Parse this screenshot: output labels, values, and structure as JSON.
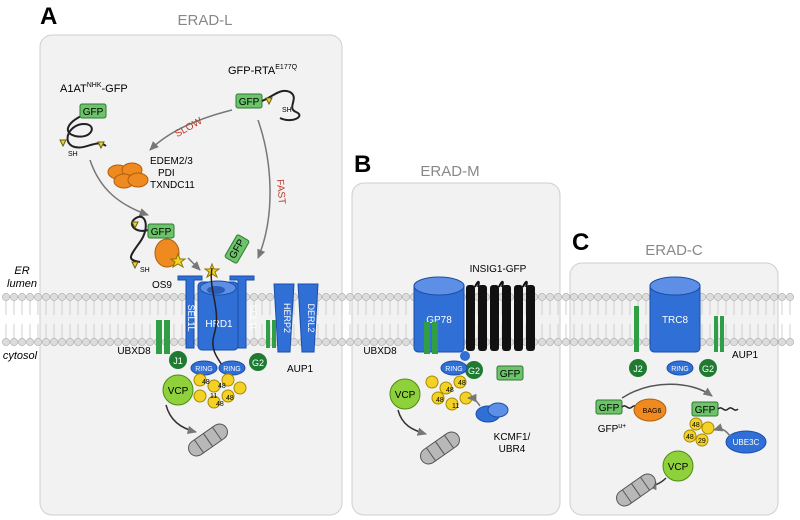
{
  "panels": {
    "A": {
      "letter": "A",
      "title": "ERAD-L"
    },
    "B": {
      "letter": "B",
      "title": "ERAD-M"
    },
    "C": {
      "letter": "C",
      "title": "ERAD-C"
    }
  },
  "side_labels": {
    "er1": "ER",
    "er2": "lumen",
    "cytosol": "cytosol"
  },
  "substrates": {
    "a1at": "A1AT",
    "a1at_sup": "NHK",
    "a1at_suffix": "-GFP",
    "rta": "GFP-RTA",
    "rta_sup": "E177Q",
    "gfpu": "GFP",
    "gfpu_sup": "u+",
    "insig": "INSIG1-GFP",
    "gfp": "GFP"
  },
  "arrows": {
    "slow": "SLOW",
    "fast": "FAST"
  },
  "chaperones": {
    "l1": "EDEM2/3",
    "l2": "PDI",
    "l3": "TXNDC11"
  },
  "proteins": {
    "os9": "OS9",
    "hrd1": "HRD1",
    "sel1l": "SEL1L",
    "herp2": "HERP2",
    "derl2": "DERL2",
    "ring": "RING",
    "ubxd8": "UBXD8",
    "aup1": "AUP1",
    "j1": "J1",
    "j2": "J2",
    "g2": "G2",
    "vcp": "VCP",
    "gp78": "GP78",
    "trc8": "TRC8",
    "kcmf1": "KCMF1/",
    "ubr4": "UBR4",
    "bag6": "BAG6",
    "ube3c": "UBE3C",
    "sh": "SH"
  },
  "ubiquitin": {
    "k48": "48",
    "k11": "11",
    "k29": "29"
  },
  "colors": {
    "blue": "#2f6fd6",
    "green": "#2f9e44",
    "dark_green": "#1f7a32",
    "yellow": "#f4d225",
    "orange": "#ee8a20",
    "red": "#c0392b",
    "panel_bg": "#f2f2f2",
    "panel_border": "#cccccc"
  }
}
